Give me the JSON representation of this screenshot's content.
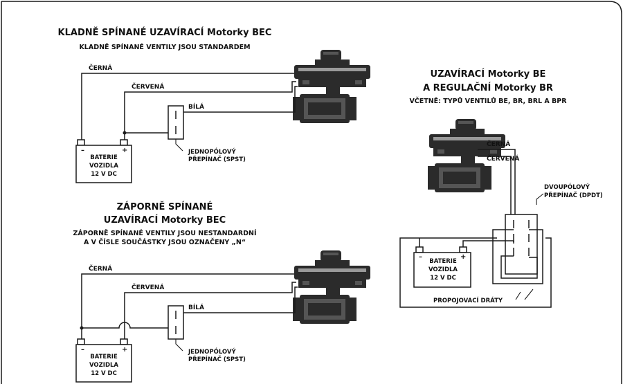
{
  "top_left": {
    "title": "KLADNĚ SPÍNANÉ UZAVÍRACÍ Motorky BEC",
    "subtitle": "KLADNĚ SPÍNANÉ VENTILY JSOU STANDARDEM",
    "wire_black": "ČERNÁ",
    "wire_red": "ČERVENÁ",
    "wire_white": "BÍLÁ",
    "battery": [
      "BATERIE",
      "VOZIDLA",
      "12 V DC"
    ],
    "minus": "–",
    "plus": "+",
    "switch_label": [
      "JEDNOPÓLOVÝ",
      "PŘEPÍNAČ (SPST)"
    ]
  },
  "bottom_left": {
    "title_line1": "ZÁPORNĚ SPÍNANÉ",
    "title_line2": "UZAVÍRACÍ Motorky BEC",
    "subtitle_line1": "ZÁPORNĚ SPÍNANÉ VENTILY JSOU NESTANDARDNÍ",
    "subtitle_line2": "A V ČÍSLE SOUČÁSTKY JSOU OZNAČENY „N“",
    "wire_black": "ČERNÁ",
    "wire_red": "ČERVENÁ",
    "wire_white": "BÍLÁ",
    "battery": [
      "BATERIE",
      "VOZIDLA",
      "12 V DC"
    ],
    "minus": "–",
    "plus": "+",
    "switch_label": [
      "JEDNOPÓLOVÝ",
      "PŘEPÍNAČ (SPST)"
    ]
  },
  "right": {
    "title_line1": "UZAVÍRACÍ Motorky BE",
    "title_line2": "A REGULAČNÍ Motorky BR",
    "subtitle": "VČETNĚ: TYPŮ VENTILŮ BE, BR, BRL A BPR",
    "wire_black": "ČERNÁ",
    "wire_red": "ČERVENÁ",
    "switch_label": [
      "DVOUPÓLOVÝ",
      "PŘEPÍNAČ (DPDT)"
    ],
    "battery": [
      "BATERIE",
      "VOZIDLA",
      "12 V DC"
    ],
    "minus": "–",
    "plus": "+",
    "jumpers": "PROPOJOVACÍ DRÁTY"
  },
  "icons": [
    "valve-actuator-icon",
    "battery-icon",
    "spst-switch-icon",
    "dpdt-switch-icon"
  ]
}
